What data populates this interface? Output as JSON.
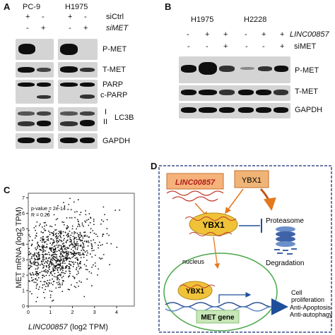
{
  "panelA": {
    "label": "A",
    "cells": [
      "PC-9",
      "H1975"
    ],
    "treatments": [
      "siCtrl",
      "siMET"
    ],
    "signs": {
      "siCtrl": [
        "+",
        "-",
        "+",
        "-"
      ],
      "siMET": [
        "-",
        "+",
        "-",
        "+"
      ]
    },
    "rows": [
      "P-MET",
      "T-MET",
      "PARP",
      "c-PARP",
      "I",
      "II",
      "LC3B",
      "GAPDH"
    ]
  },
  "panelB": {
    "label": "B",
    "cells": [
      "H1975",
      "H2228"
    ],
    "treatments": [
      "LINC00857",
      "siMET"
    ],
    "signs": {
      "LINC00857": [
        "-",
        "+",
        "+",
        "-",
        "+",
        "+"
      ],
      "siMET": [
        "-",
        "-",
        "+",
        "-",
        "-",
        "+"
      ]
    },
    "rows": [
      "P-MET",
      "T-MET",
      "GAPDH"
    ]
  },
  "panelC": {
    "label": "C",
    "ylabel": "MET mRNA (log2 TPM)",
    "xlabel_gene": "LINC00857",
    "xlabel_unit": " (log2 TPM)",
    "pvalue": "p-value = 2e-14",
    "r": "R = 0.26",
    "x_ticks": [
      "0",
      "1",
      "2",
      "3",
      "4"
    ],
    "y_ticks": [
      "0",
      "1",
      "2",
      "3",
      "4",
      "5",
      "6",
      "7"
    ]
  },
  "chart_data": {
    "type": "scatter",
    "xlabel": "LINC00857 (log2 TPM)",
    "ylabel": "MET mRNA (log2 TPM)",
    "xlim": [
      0,
      4.8
    ],
    "ylim": [
      0,
      7.3
    ],
    "annotations": [
      "p-value = 2e-14",
      "R = 0.26"
    ]
  },
  "panelD": {
    "label": "D",
    "linc": "LINC00857",
    "ybx1": "YBX1",
    "proteasome": "Proteasome",
    "degradation": "Degradation",
    "nucleus": "nucleus",
    "met_gene": "MET gene",
    "outcomes": [
      "Cell",
      "proliferation",
      "Anti-Apoptosis",
      "Anti-autophagy"
    ],
    "colors": {
      "linc_box": "#f5b27a",
      "ybx1_fill": "#f0c238",
      "nucleus_border": "#4aa84a",
      "arrow": "#e3791f",
      "gene_box": "#c8e6b8",
      "inhibit": "#1f4e9a"
    }
  }
}
